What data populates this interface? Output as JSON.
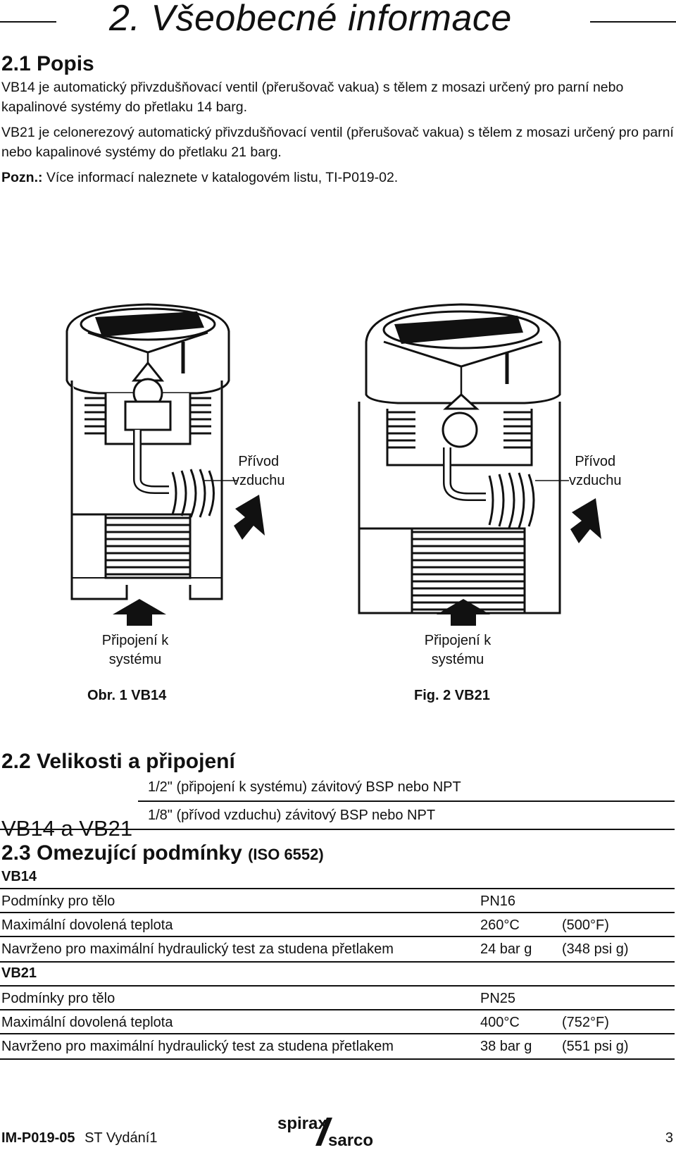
{
  "header": {
    "title": "2. Všeobecné informace"
  },
  "section_2_1": {
    "heading": "2.1 Popis",
    "para1": "VB14 je automatický přivzdušňovací ventil (přerušovač vakua) s tělem z mosazi určený pro parní nebo kapalinové systémy do přetlaku 14 barg.",
    "para2": "VB21 je celonerezový  automatický přivzdušňovací ventil (přerušovač vakua) s tělem z mosazi určený pro parní nebo kapalinové systémy do přetlaku 21 barg.",
    "note_label": "Pozn.:",
    "note_text": " Více informací naleznete v katalogovém listu, TI-P019-02."
  },
  "figures": {
    "fig1": {
      "air_inlet_line1": "Přívod",
      "air_inlet_line2": "vzduchu",
      "system_line1": "Připojení k",
      "system_line2": "systému",
      "caption": "Obr. 1  VB14"
    },
    "fig2": {
      "air_inlet_line1": "Přívod",
      "air_inlet_line2": "vzduchu",
      "system_line1": "Připojení k",
      "system_line2": "systému",
      "caption": "Fig. 2  VB21"
    }
  },
  "section_2_2": {
    "heading": "2.2 Velikosti a připojení",
    "models": "VB14 a VB21",
    "row1": "1/2\" (připojení k systému) závitový BSP nebo NPT",
    "row2": "1/8\" (přívod vzduchu) závitový BSP nebo NPT"
  },
  "section_2_3": {
    "heading": "2.3 Omezující podmínky",
    "heading_suffix": "(ISO 6552)",
    "vb14": {
      "label": "VB14",
      "rows": [
        {
          "name": "Podmínky pro tělo",
          "value": "PN16",
          "alt": ""
        },
        {
          "name": "Maximální dovolená teplota",
          "value": "260°C",
          "alt": "(500°F)"
        },
        {
          "name": "Navrženo pro maximální hydraulický test za studena přetlakem",
          "value": "24 bar g",
          "alt": "(348 psi g)"
        }
      ]
    },
    "vb21": {
      "label": "VB21",
      "rows": [
        {
          "name": "Podmínky pro tělo",
          "value": "PN25",
          "alt": ""
        },
        {
          "name": "Maximální dovolená teplota",
          "value": "400°C",
          "alt": "(752°F)"
        },
        {
          "name": "Navrženo pro maximální hydraulický test za studena přetlakem",
          "value": "38 bar g",
          "alt": "(551 psi g)"
        }
      ]
    }
  },
  "footer": {
    "doc_code": "IM-P019-05",
    "edition": "ST Vydání1",
    "logo_top": "spirax",
    "logo_bottom": "sarco",
    "page_number": "3"
  }
}
